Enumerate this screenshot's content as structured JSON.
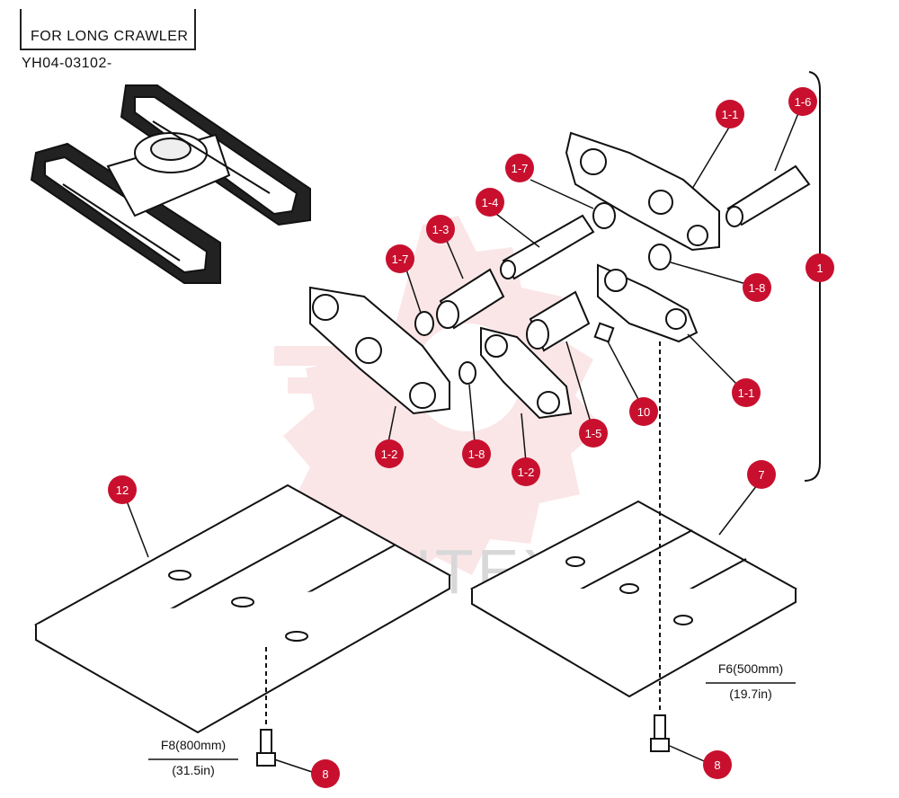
{
  "header": {
    "note": "FOR LONG CRAWLER",
    "code": "YH04-03102-"
  },
  "callouts": [
    {
      "id": "c-1-1-top",
      "label": "1-1"
    },
    {
      "id": "c-1-6",
      "label": "1-6"
    },
    {
      "id": "c-1-7-top",
      "label": "1-7"
    },
    {
      "id": "c-1-4",
      "label": "1-4"
    },
    {
      "id": "c-1-3",
      "label": "1-3"
    },
    {
      "id": "c-1-7-left",
      "label": "1-7"
    },
    {
      "id": "c-1-8-right",
      "label": "1-8"
    },
    {
      "id": "c-1",
      "label": "1"
    },
    {
      "id": "c-1-1-right",
      "label": "1-1"
    },
    {
      "id": "c-10",
      "label": "10"
    },
    {
      "id": "c-1-5",
      "label": "1-5"
    },
    {
      "id": "c-1-2-left",
      "label": "1-2"
    },
    {
      "id": "c-1-8-mid",
      "label": "1-8"
    },
    {
      "id": "c-1-2-mid",
      "label": "1-2"
    },
    {
      "id": "c-12",
      "label": "12"
    },
    {
      "id": "c-7",
      "label": "7"
    },
    {
      "id": "c-8-left",
      "label": "8"
    },
    {
      "id": "c-8-right",
      "label": "8"
    }
  ],
  "dimensions": {
    "left": {
      "main": "F8(800mm)",
      "sub": "(31.5in)"
    },
    "right": {
      "main": "F6(500mm)",
      "sub": "(19.7in)"
    }
  },
  "watermark": "ИНТЕХ",
  "colors": {
    "callout_fill": "#c8102e",
    "line": "#111111",
    "watermark_red": "#f3c9cc"
  }
}
